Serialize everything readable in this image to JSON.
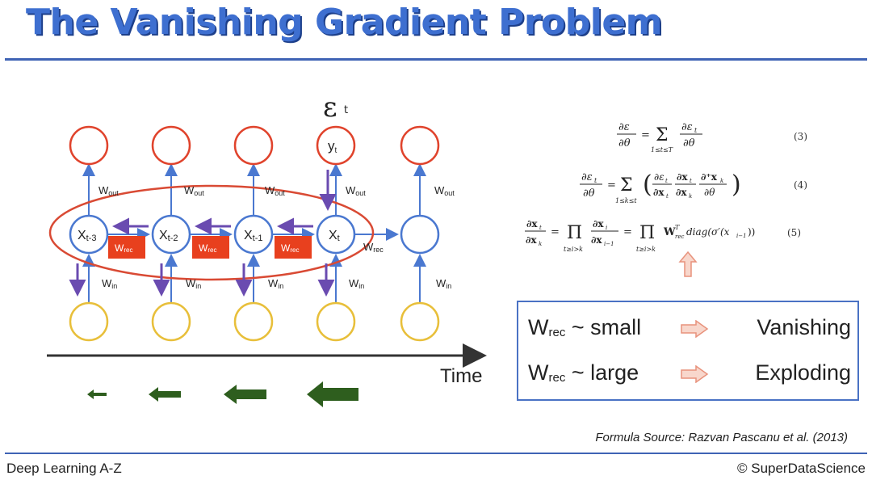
{
  "title": "The Vanishing Gradient Problem",
  "diagram": {
    "error_symbol": "ε",
    "error_subscript": "t",
    "output_label_y": "y",
    "output_label_sub": "t",
    "hidden_labels": [
      {
        "base": "X",
        "sub": "t-3"
      },
      {
        "base": "X",
        "sub": "t-2"
      },
      {
        "base": "X",
        "sub": "t-1"
      },
      {
        "base": "X",
        "sub": "t"
      }
    ],
    "w_out": {
      "base": "W",
      "sub": "out"
    },
    "w_in": {
      "base": "W",
      "sub": "in"
    },
    "w_rec": {
      "base": "W",
      "sub": "rec"
    },
    "time_label": "Time"
  },
  "equations": [
    {
      "number": "(3)"
    },
    {
      "number": "(4)"
    },
    {
      "number": "(5)"
    }
  ],
  "regimes": [
    {
      "symbol": "W",
      "subscript": "rec",
      "relation": "~ small",
      "result": "Vanishing"
    },
    {
      "symbol": "W",
      "subscript": "rec",
      "relation": "~ large",
      "result": "Exploding"
    }
  ],
  "source": "Formula Source: Razvan Pascanu et al. (2013)",
  "footer": {
    "left": "Deep Learning A-Z",
    "right": "© SuperDataScience"
  },
  "colors": {
    "title": "#3e6fd0",
    "accent_blue": "#4a78d0",
    "output_red": "#e0432c",
    "input_yellow": "#e8bf3a",
    "gradient_purple": "#6a4bb0",
    "wrec_box": "#e8401e",
    "arrow_green": "#2e5e1e",
    "pink_arrow": "#f2b8a8"
  }
}
